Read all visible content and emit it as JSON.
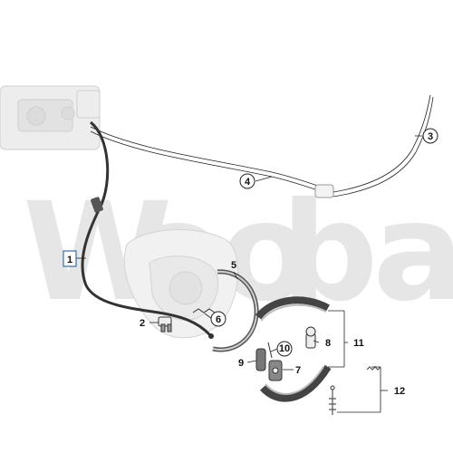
{
  "watermark": "Woobau",
  "labels": {
    "p1": "1",
    "p2": "2",
    "p3": "3",
    "p4": "4",
    "p5": "5",
    "p6": "6",
    "p7": "7",
    "p8": "8",
    "p9": "9",
    "p10": "10",
    "p11": "11",
    "p12": "12"
  },
  "colors": {
    "line": "#222222",
    "label_box": "#3a6ea5",
    "ghost": "#d8d8d8",
    "part_dark": "#555555"
  }
}
